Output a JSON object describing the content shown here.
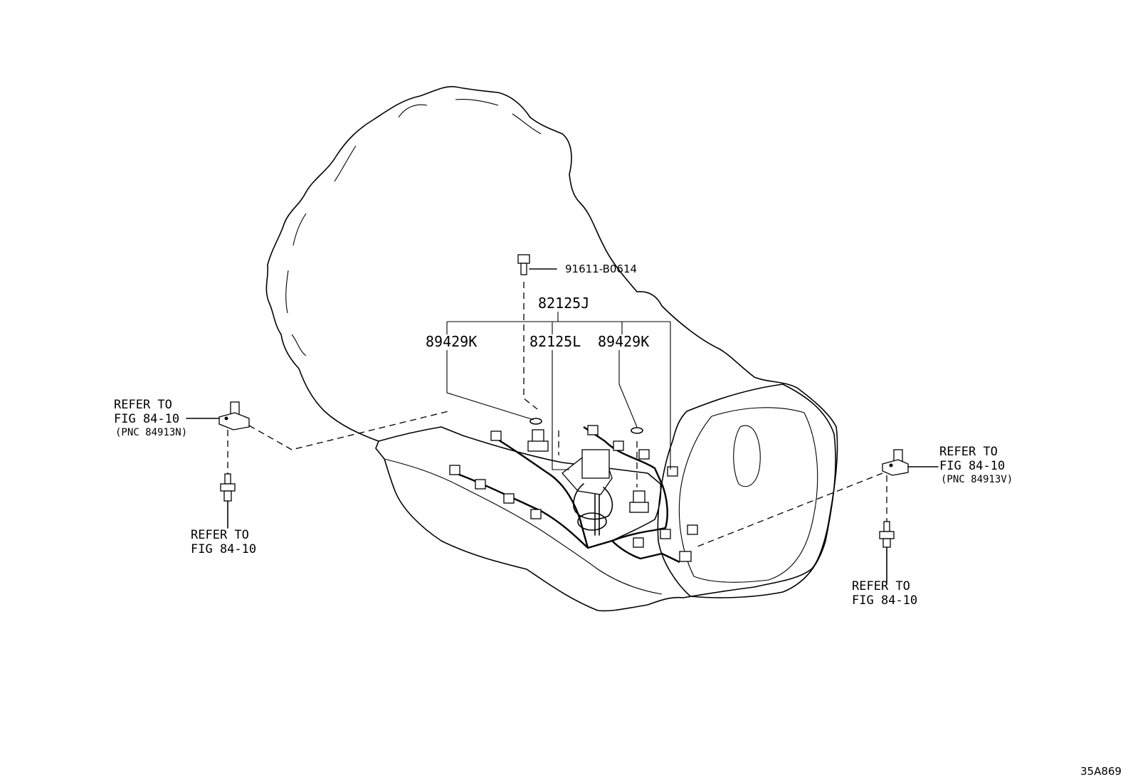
{
  "labels": {
    "bolt_part": "91611-B0614",
    "harness_main": "82125J",
    "sensor_left": "89429K",
    "harness_sub": "82125L",
    "sensor_right": "89429K",
    "refer_left_upper": [
      "REFER TO",
      "FIG 84-10",
      "(PNC 84913N)"
    ],
    "refer_left_lower": [
      "REFER TO",
      "FIG 84-10"
    ],
    "refer_right_upper": [
      "REFER TO",
      "FIG 84-10",
      "(PNC 84913V)"
    ],
    "refer_right_lower": [
      "REFER TO",
      "FIG 84-10"
    ],
    "figure_code": "35A869"
  }
}
